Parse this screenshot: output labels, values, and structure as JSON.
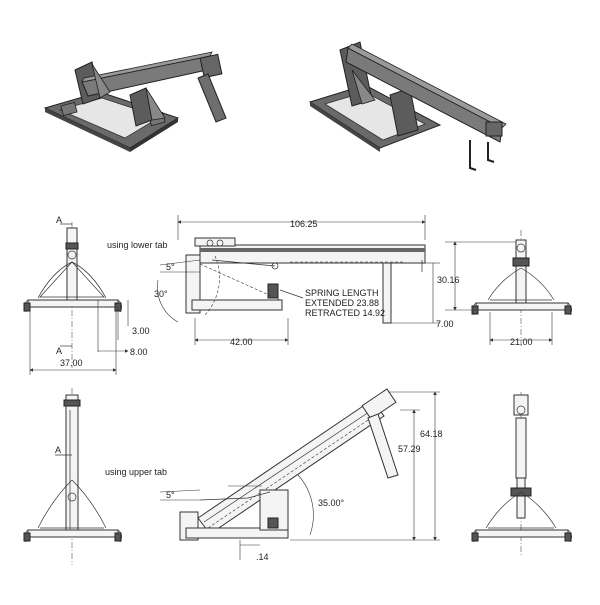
{
  "dims": {
    "overall_length": "106.25",
    "lower_tab_label": "using lower tab",
    "upper_tab_label": "using upper tab",
    "angle_5": "5°",
    "angle_30": "30°",
    "dim_3": "3.00",
    "dim_8": "8.00",
    "dim_37": "37.00",
    "dim_42": "42.00",
    "spring_title": "SPRING LENGTH",
    "spring_extended": "EXTENDED 23.88",
    "spring_retracted": "RETRACTED 14.92",
    "dim_7": "7.00",
    "dim_30_16": "30.16",
    "dim_21": "21.00",
    "dim_64_18": "64.18",
    "dim_57_29": "57.29",
    "angle_35": "35.00°",
    "dim_14": ".14",
    "section_a": "A"
  },
  "colors": {
    "steel_dark": "#555555",
    "steel_light": "#8a8a8a",
    "line": "#333333"
  }
}
